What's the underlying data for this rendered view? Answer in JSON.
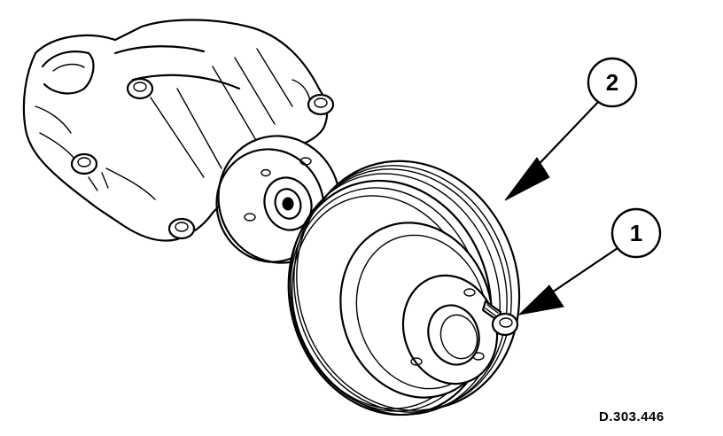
{
  "callouts": [
    {
      "label": "2",
      "part": "pulley"
    },
    {
      "label": "1",
      "part": "bolt"
    }
  ],
  "drawing_reference": "D.303.446",
  "colors": {
    "ink": "#000000",
    "paper": "#ffffff"
  }
}
